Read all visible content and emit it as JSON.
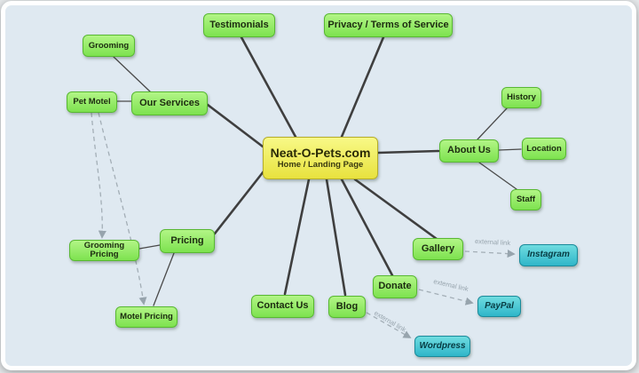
{
  "center": {
    "title": "Neat-O-Pets.com",
    "subtitle": "Home / Landing Page"
  },
  "nodes": {
    "testimonials": "Testimonials",
    "privacy": "Privacy / Terms of Service",
    "grooming": "Grooming",
    "our_services": "Our Services",
    "pet_motel": "Pet Motel",
    "about_us": "About Us",
    "history": "History",
    "location": "Location",
    "staff": "Staff",
    "gallery": "Gallery",
    "instagram": "Instagram",
    "donate": "Donate",
    "paypal": "PayPal",
    "blog": "Blog",
    "wordpress": "Wordpress",
    "contact_us": "Contact Us",
    "pricing": "Pricing",
    "grooming_pricing": "Grooming Pricing",
    "motel_pricing": "Motel Pricing"
  },
  "labels": {
    "external_link": "external link"
  },
  "colors": {
    "page_node_green": "#7de24f",
    "external_node_teal": "#2fb6c9",
    "home_node_yellow": "#e8e23e",
    "canvas_background": "#dfe9f1",
    "connector_dark": "#3f3f3f",
    "dashed_gray": "#a3aeb6"
  }
}
